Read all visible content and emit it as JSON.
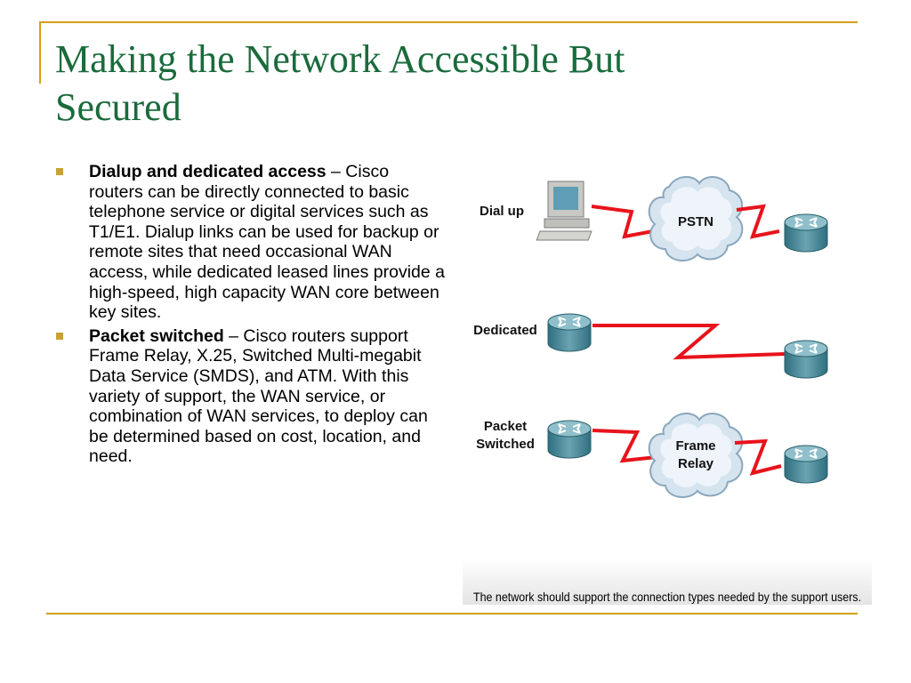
{
  "slide": {
    "title_line1": "Making the Network Accessible But",
    "title_line2": "Secured",
    "bullets": [
      {
        "term": "Dialup and dedicated access",
        "text": " – Cisco routers can be directly connected to basic telephone service or digital services such as T1/E1. Dialup links can be used for backup or remote sites that need occasional WAN access, while dedicated leased lines provide a high-speed, high capacity WAN core between key sites."
      },
      {
        "term": "Packet switched",
        "text": " – Cisco routers support Frame Relay, X.25, Switched Multi-megabit Data Service (SMDS), and ATM. With this variety of support, the WAN service, or combination of WAN services, to deploy can be determined based on cost, location, and need."
      }
    ]
  },
  "diagram": {
    "rows": [
      {
        "label_lines": [
          "Dial up"
        ],
        "cloud_lines": [
          "PSTN"
        ]
      },
      {
        "label_lines": [
          "Dedicated"
        ]
      },
      {
        "label_lines": [
          "Packet",
          "Switched"
        ],
        "cloud_lines": [
          "Frame",
          "Relay"
        ]
      }
    ],
    "caption": "The network should support the connection types needed by the support users.",
    "colors": {
      "link": "#e8131b",
      "router": "#4f8d9c",
      "title": "#1a6b3c",
      "rule": "#d4a017"
    }
  }
}
